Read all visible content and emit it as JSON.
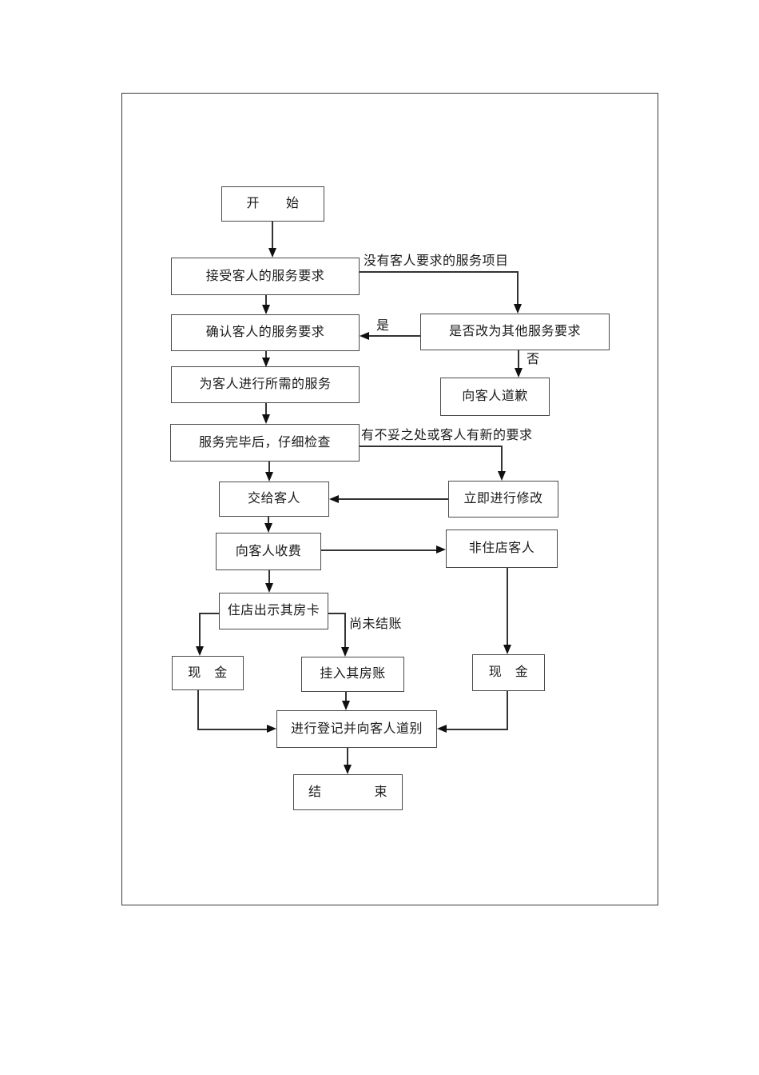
{
  "colors": {
    "background": "#ffffff",
    "page_border": "#3a3a3a",
    "box_border": "#4a4a4a",
    "connector": "#333333",
    "text": "#1a1a1a"
  },
  "nodes": {
    "start": {
      "label": "开　　始"
    },
    "receive": {
      "label": "接受客人的服务要求"
    },
    "confirm": {
      "label": "确认客人的服务要求"
    },
    "perform": {
      "label": "为客人进行所需的服务"
    },
    "check": {
      "label": "服务完毕后，仔细检查"
    },
    "change": {
      "label": "是否改为其他服务要求"
    },
    "apologize": {
      "label": "向客人道歉"
    },
    "deliver": {
      "label": "交给客人"
    },
    "modify": {
      "label": "立即进行修改"
    },
    "charge": {
      "label": "向客人收费"
    },
    "non_resident": {
      "label": "非住店客人"
    },
    "show_card": {
      "label": "住店出示其房卡"
    },
    "cash_left": {
      "label": "现　金"
    },
    "room_account": {
      "label": "挂入其房账"
    },
    "cash_right": {
      "label": "现　金"
    },
    "register": {
      "label": "进行登记并向客人道别"
    },
    "end": {
      "label": "结　　　　束"
    }
  },
  "edge_labels": {
    "no_service_item": "没有客人要求的服务项目",
    "yes": "是",
    "no": "否",
    "flaw_or_new_request": "有不妥之处或客人有新的要求",
    "not_settled": "尚未结账"
  }
}
